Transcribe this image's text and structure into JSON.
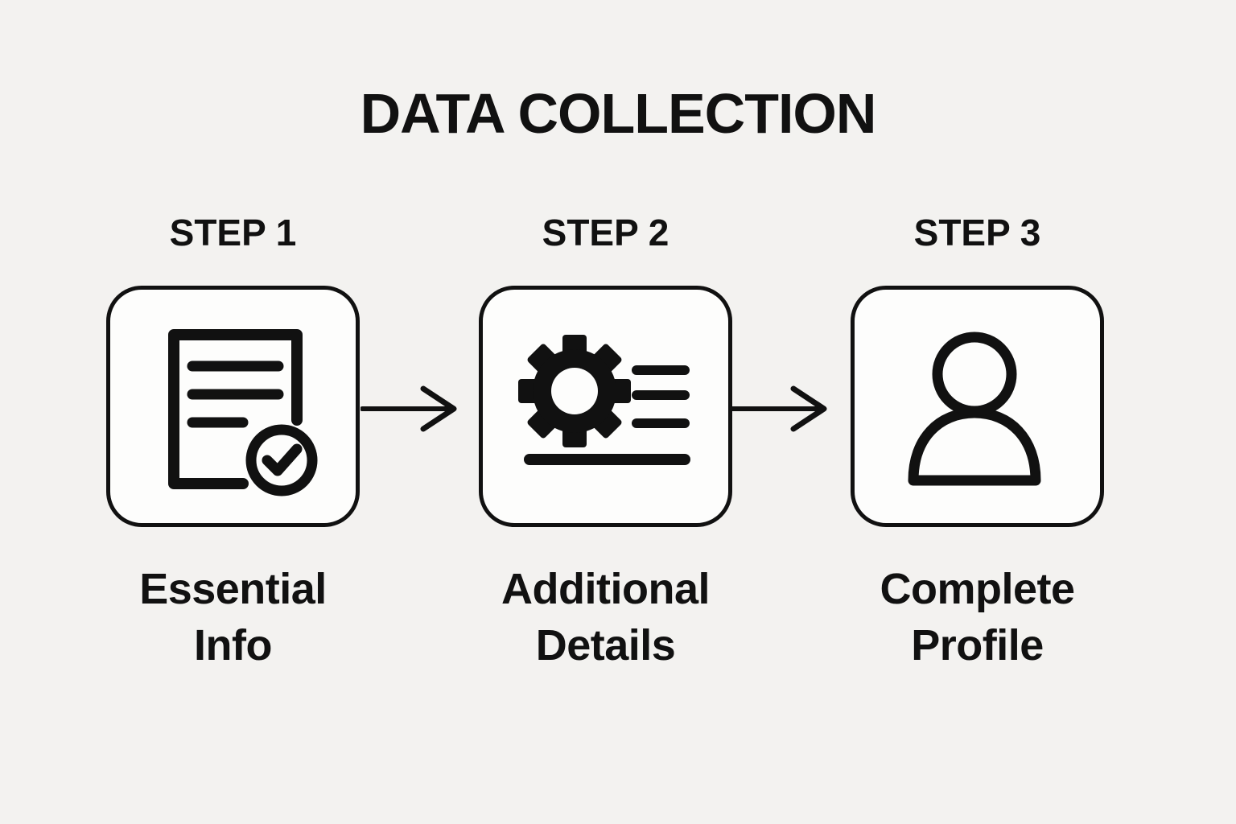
{
  "title": "DATA COLLECTION",
  "colors": {
    "background": "#f3f2f0",
    "ink": "#111111",
    "box_fill": "#fdfdfc"
  },
  "steps": [
    {
      "label": "STEP 1",
      "caption_line1": "Essential",
      "caption_line2": "Info",
      "icon": "document-check-icon"
    },
    {
      "label": "STEP 2",
      "caption_line1": "Additional",
      "caption_line2": "Details",
      "icon": "gear-details-icon"
    },
    {
      "label": "STEP 3",
      "caption_line1": "Complete",
      "caption_line2": "Profile",
      "icon": "user-profile-icon"
    }
  ],
  "connectors": [
    {
      "type": "arrow-right"
    },
    {
      "type": "arrow-right"
    }
  ]
}
